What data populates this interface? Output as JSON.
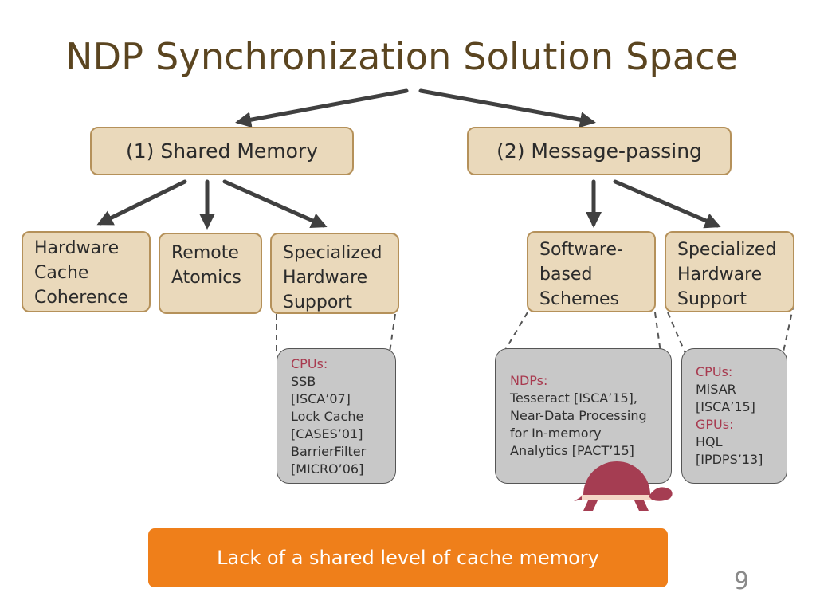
{
  "title": "NDP Synchronization Solution Space",
  "colors": {
    "title": "#5b4520",
    "node_fill": "#ead9bb",
    "node_border": "#b5915a",
    "label_red": "#a83a4f",
    "banner": "#ef7f1a",
    "turtle": "#a53d52",
    "arrow": "#404040"
  },
  "categories": {
    "shared_memory": {
      "label": "(1) Shared Memory",
      "children": {
        "hw_cache": [
          "Hardware",
          "Cache",
          "Coherence"
        ],
        "remote_atomics": [
          "Remote",
          "Atomics"
        ],
        "specialized_hw": [
          "Specialized",
          "Hardware",
          "Support"
        ]
      }
    },
    "message_passing": {
      "label": "(2) Message-passing",
      "children": {
        "software_based": [
          "Software-",
          "based",
          "Schemes"
        ],
        "specialized_hw": [
          "Specialized",
          "Hardware",
          "Support"
        ]
      }
    }
  },
  "details": {
    "sm_specialized": {
      "label1": "CPUs:",
      "lines": [
        "SSB",
        "[ISCA’07]",
        "Lock Cache",
        "[CASES’01]",
        "BarrierFilter",
        "[MICRO’06]"
      ]
    },
    "mp_software": {
      "label1": "NDPs:",
      "lines": [
        "Tesseract [ISCA’15],",
        "Near-Data Processing",
        "for In-memory",
        "Analytics [PACT’15]"
      ]
    },
    "mp_specialized": {
      "label1": "CPUs:",
      "lines1": [
        "MiSAR",
        "[ISCA’15]"
      ],
      "label2": "GPUs:",
      "lines2": [
        "HQL",
        "[IPDPS’13]"
      ]
    }
  },
  "icons": {
    "slow": "turtle-icon"
  },
  "banner": "Lack of a shared level of cache memory",
  "page_number": "9"
}
